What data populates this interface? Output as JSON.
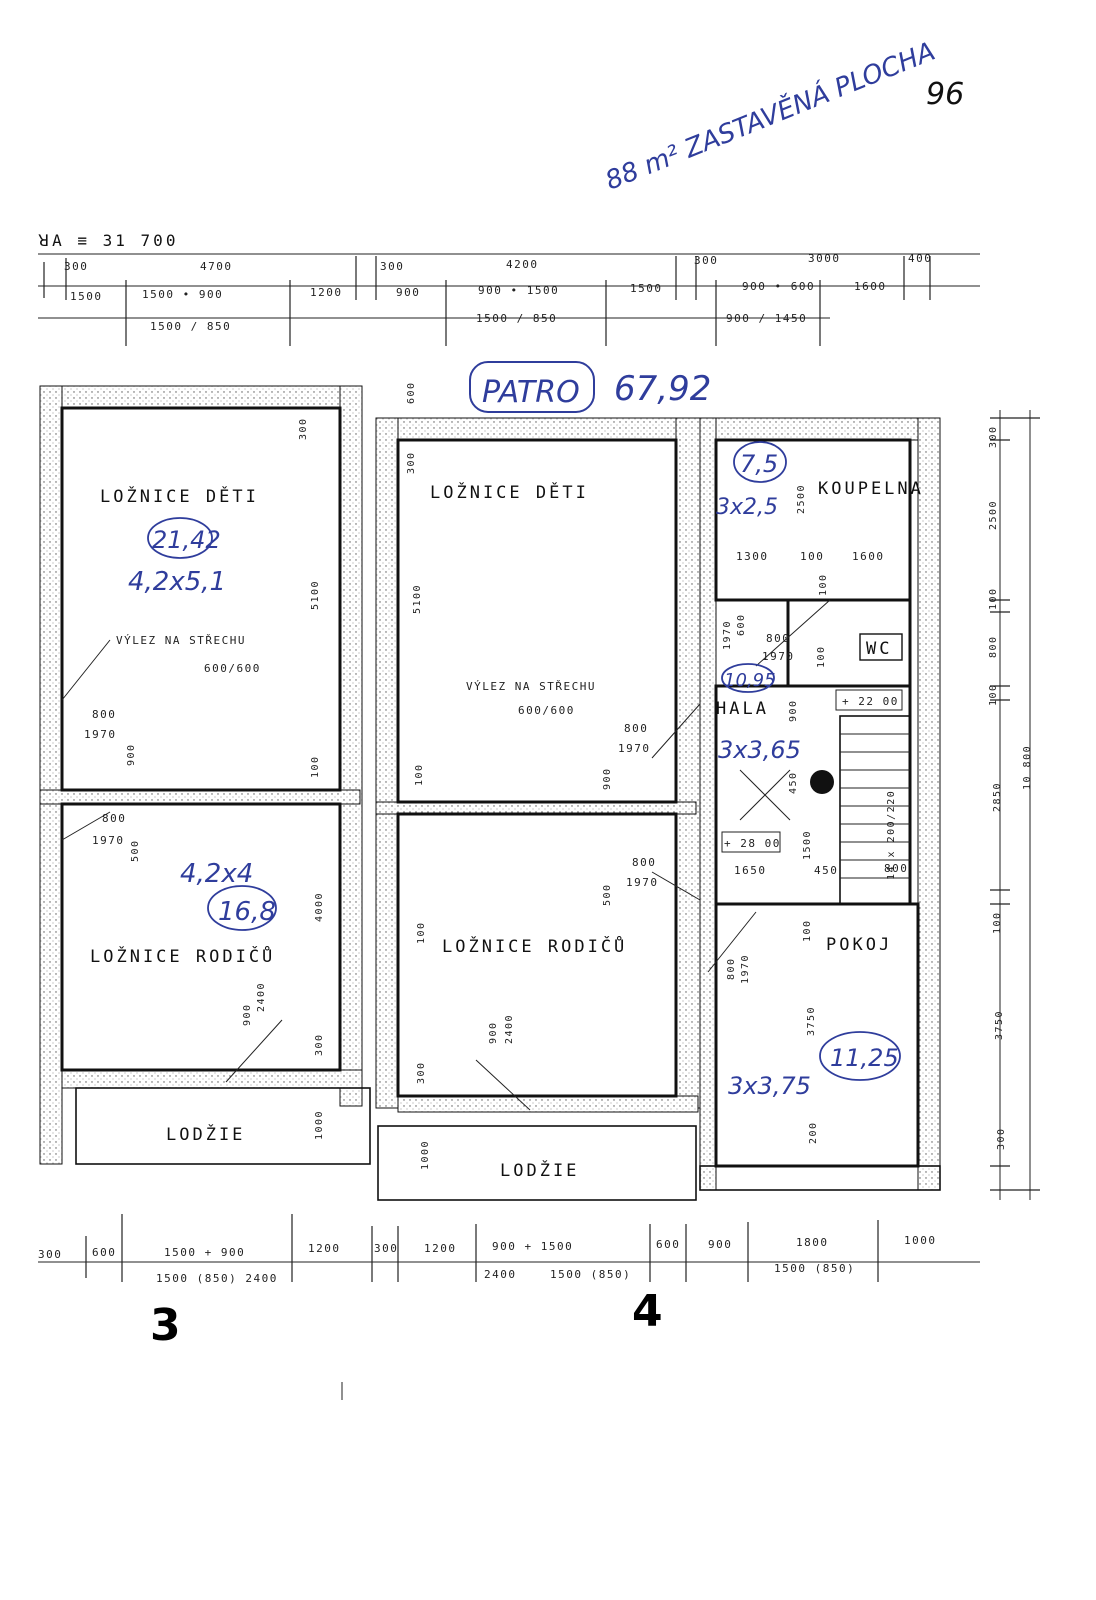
{
  "header": {
    "total_label": "ꓤA  ≡  31 700",
    "page_number": "96",
    "area_note": "88 m² ZASTAVĚNÁ PLOCHA"
  },
  "floor": {
    "name": "PATRO",
    "area": "67,92"
  },
  "rooms": {
    "bedroom_kids_left": {
      "label": "LOŽNICE  DĚTI",
      "area": "21,42",
      "dims": "4,2x5,1"
    },
    "bedroom_kids_mid": {
      "label": "LOŽNICE  DĚTI"
    },
    "roof_access_left": {
      "label": "VÝLEZ  NA  STŘECHU",
      "size": "600/600"
    },
    "roof_access_mid": {
      "label": "VÝLEZ  NA  STŘECHU",
      "size": "600/600"
    },
    "bedroom_parents_left": {
      "label": "LOŽNICE  RODIČŮ",
      "area": "16,8",
      "dims": "4,2x4"
    },
    "bedroom_parents_mid": {
      "label": "LOŽNICE  RODIČŮ"
    },
    "bathroom": {
      "label": "KOUPELNA",
      "area": "7,5",
      "dims": "3x2,5"
    },
    "wc": {
      "label": "WC"
    },
    "hall": {
      "label": "HALA",
      "area": "10,95",
      "dims": "3x3,65"
    },
    "room": {
      "label": "POKOJ",
      "area": "11,25",
      "dims": "3x3,75"
    },
    "loggia_left": {
      "label": "LODŽIE"
    },
    "loggia_mid": {
      "label": "LODŽIE"
    }
  },
  "levels": {
    "upper": "+ 22 00",
    "lower": "+ 28 00"
  },
  "stairs": {
    "label": "14 x 200/220"
  },
  "top_dims_row1": [
    "300",
    "4700",
    "300",
    "4200",
    "300",
    "3000",
    "400"
  ],
  "top_dims_row2": [
    "1500",
    "1500  •  900",
    "1200",
    "900",
    "900  •  1500",
    "1500",
    "900 • 600",
    "1600"
  ],
  "top_dims_row3": [
    "1500 / 850",
    "1500 / 850",
    "900 / 1450"
  ],
  "bottom_dims_row1": [
    "300",
    "600",
    "1500 + 900",
    "1200",
    "300",
    "1200",
    "900   +   1500",
    "600",
    "900",
    "1800",
    "1000"
  ],
  "bottom_dims_row2": [
    "1500 (850)  2400",
    "2400",
    "1500 (850)",
    "1500 (850)"
  ],
  "right_dims": [
    "300",
    "2500",
    "100",
    "800",
    "100",
    "2850",
    "10 800",
    "100",
    "3750",
    "300"
  ],
  "interior_dims": {
    "d300a": "300",
    "d5100a": "5100",
    "d100a": "100",
    "d4000a": "4000",
    "d300b": "300",
    "d600": "600",
    "d300c": "300",
    "d5100b": "5100",
    "d100b": "100",
    "d1000a": "1000",
    "d100c": "100",
    "d300d": "300",
    "d1000b": "1000",
    "door800a": "800",
    "door1970a": "1970",
    "d900a": "900",
    "door800b": "800",
    "door1970b": "1970",
    "d500a": "500",
    "d900b": "900",
    "d2400a": "2400",
    "d900c": "900",
    "d2400b": "2400",
    "door800c": "800",
    "door1970c": "1970",
    "d900d": "900",
    "door800d": "800",
    "door1970d": "1970",
    "d500b": "500",
    "d2500": "2500",
    "d1300": "1300",
    "d100d": "100",
    "d1600": "1600",
    "d100e": "100",
    "d1970e": "1970",
    "d600e": "600",
    "d800e": "800",
    "d1970f": "1970",
    "d100f": "100",
    "d900e": "900",
    "d450a": "450",
    "d1500e": "1500",
    "d1650": "1650",
    "d450b": "450",
    "d800f": "800",
    "d100g": "100",
    "door800g": "800",
    "door1970g": "1970",
    "d3750": "3750",
    "d200": "200"
  },
  "grid_axes": [
    "3",
    "4"
  ]
}
